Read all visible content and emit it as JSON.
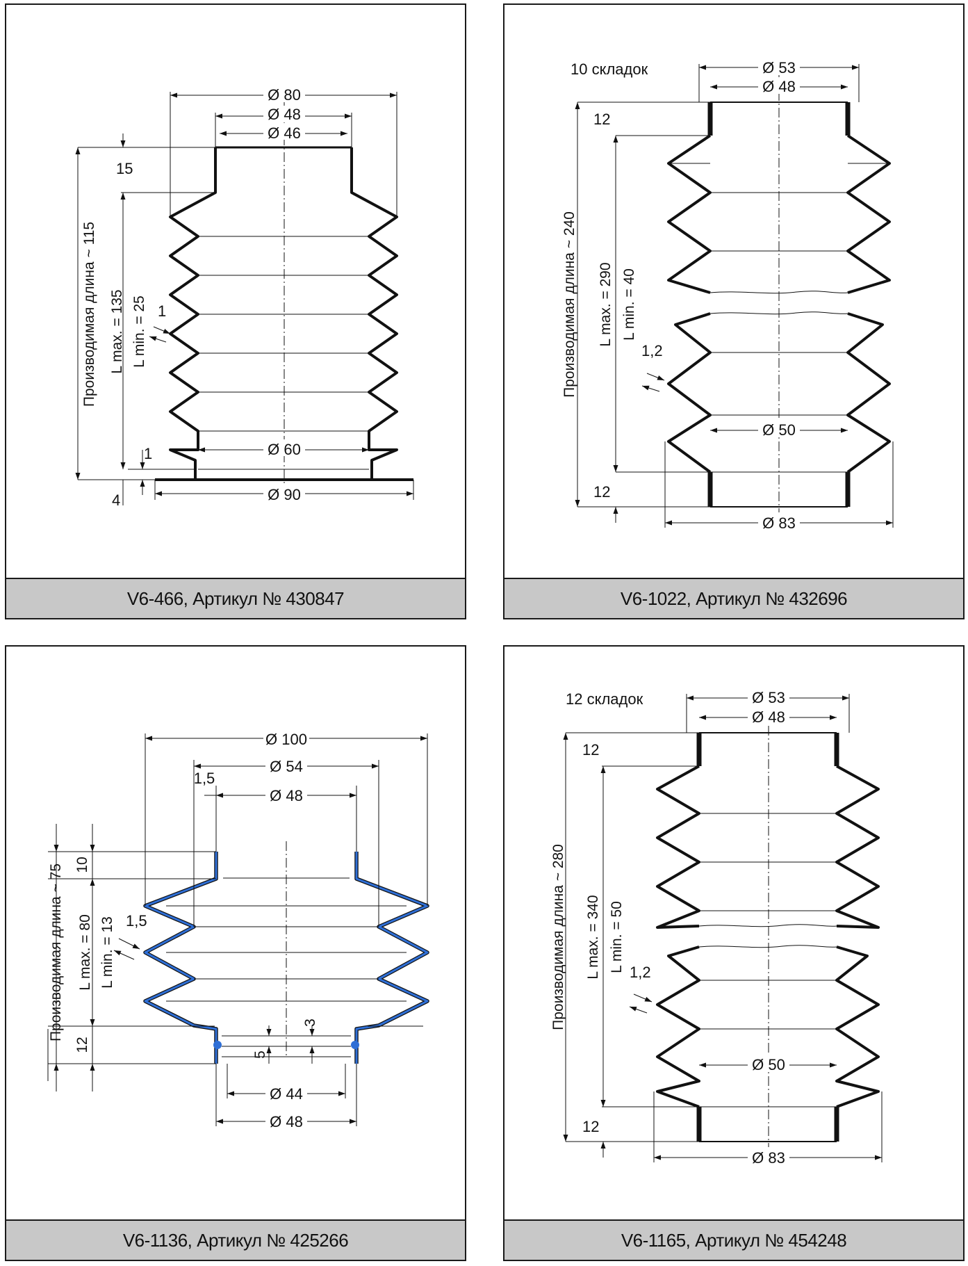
{
  "panels": [
    {
      "caption": "V6-466, Артикул № 430847",
      "dims": {
        "d1": "Ø 80",
        "d2": "Ø 48",
        "d3": "Ø 46",
        "d4": "Ø 60",
        "d5": "Ø 90",
        "h1": "15",
        "h2": "1",
        "h3": "1",
        "h4": "4",
        "v1": "Производимая длина ~ 115",
        "v2": "L max. = 135",
        "v3": "L min. = 25"
      }
    },
    {
      "caption": "V6-1022, Артикул № 432696",
      "dims": {
        "folds": "10 складок",
        "d1": "Ø 53",
        "d2": "Ø 48",
        "d3": "Ø 50",
        "d4": "Ø 83",
        "h1": "12",
        "h2": "1,2",
        "h3": "12",
        "v1": "Производимая длина ~ 240",
        "v2": "L max. = 290",
        "v3": "L min. = 40"
      }
    },
    {
      "caption": "V6-1136, Артикул № 425266",
      "dims": {
        "d1": "Ø 100",
        "d2": "Ø 54",
        "d3": "Ø 48",
        "d4": "Ø 44",
        "d5": "Ø 48",
        "h1": "1,5",
        "h2": "1,5",
        "h3": "10",
        "h4": "12",
        "h5": "3",
        "h6": "5",
        "v1": "Производимая длина ~ 75",
        "v2": "L max. = 80",
        "v3": "L min. = 13"
      }
    },
    {
      "caption": "V6-1165, Артикул № 454248",
      "dims": {
        "folds": "12 складок",
        "d1": "Ø 53",
        "d2": "Ø 48",
        "d3": "Ø 50",
        "d4": "Ø 83",
        "h1": "12",
        "h2": "1,2",
        "h3": "12",
        "v1": "Производимая длина ~ 280",
        "v2": "L max. = 340",
        "v3": "L min. = 50"
      }
    }
  ],
  "colors": {
    "accent": "#2f6fd6",
    "caption_bg": "#c8c8c8",
    "line": "#111111"
  }
}
